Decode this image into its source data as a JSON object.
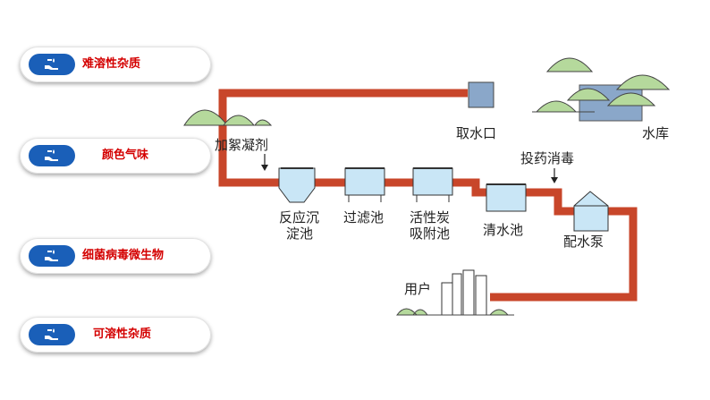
{
  "impurities": [
    {
      "label": "难溶性杂质",
      "icon": "hand-water-icon"
    },
    {
      "label": "颜色气味",
      "icon": "hand-water-icon"
    },
    {
      "label": "细菌病毒微生物",
      "icon": "hand-water-icon"
    },
    {
      "label": "可溶性杂质",
      "icon": "hand-water-icon"
    }
  ],
  "diagram": {
    "reservoir": "水库",
    "intake": "取水口",
    "coagulant": "加絮凝剂",
    "disinfect": "投药消毒",
    "sedimentation": [
      "反应沉",
      "淀池"
    ],
    "filter": "过滤池",
    "carbon": [
      "活性炭",
      "吸附池"
    ],
    "clear_water": "清水池",
    "pump": "配水泵",
    "user": "用户"
  },
  "colors": {
    "pipe": "#c8462a",
    "badge": "#1a5fb8",
    "label": "#d40000",
    "tank": "#c9e6f6",
    "hill": "#b5d99c"
  }
}
